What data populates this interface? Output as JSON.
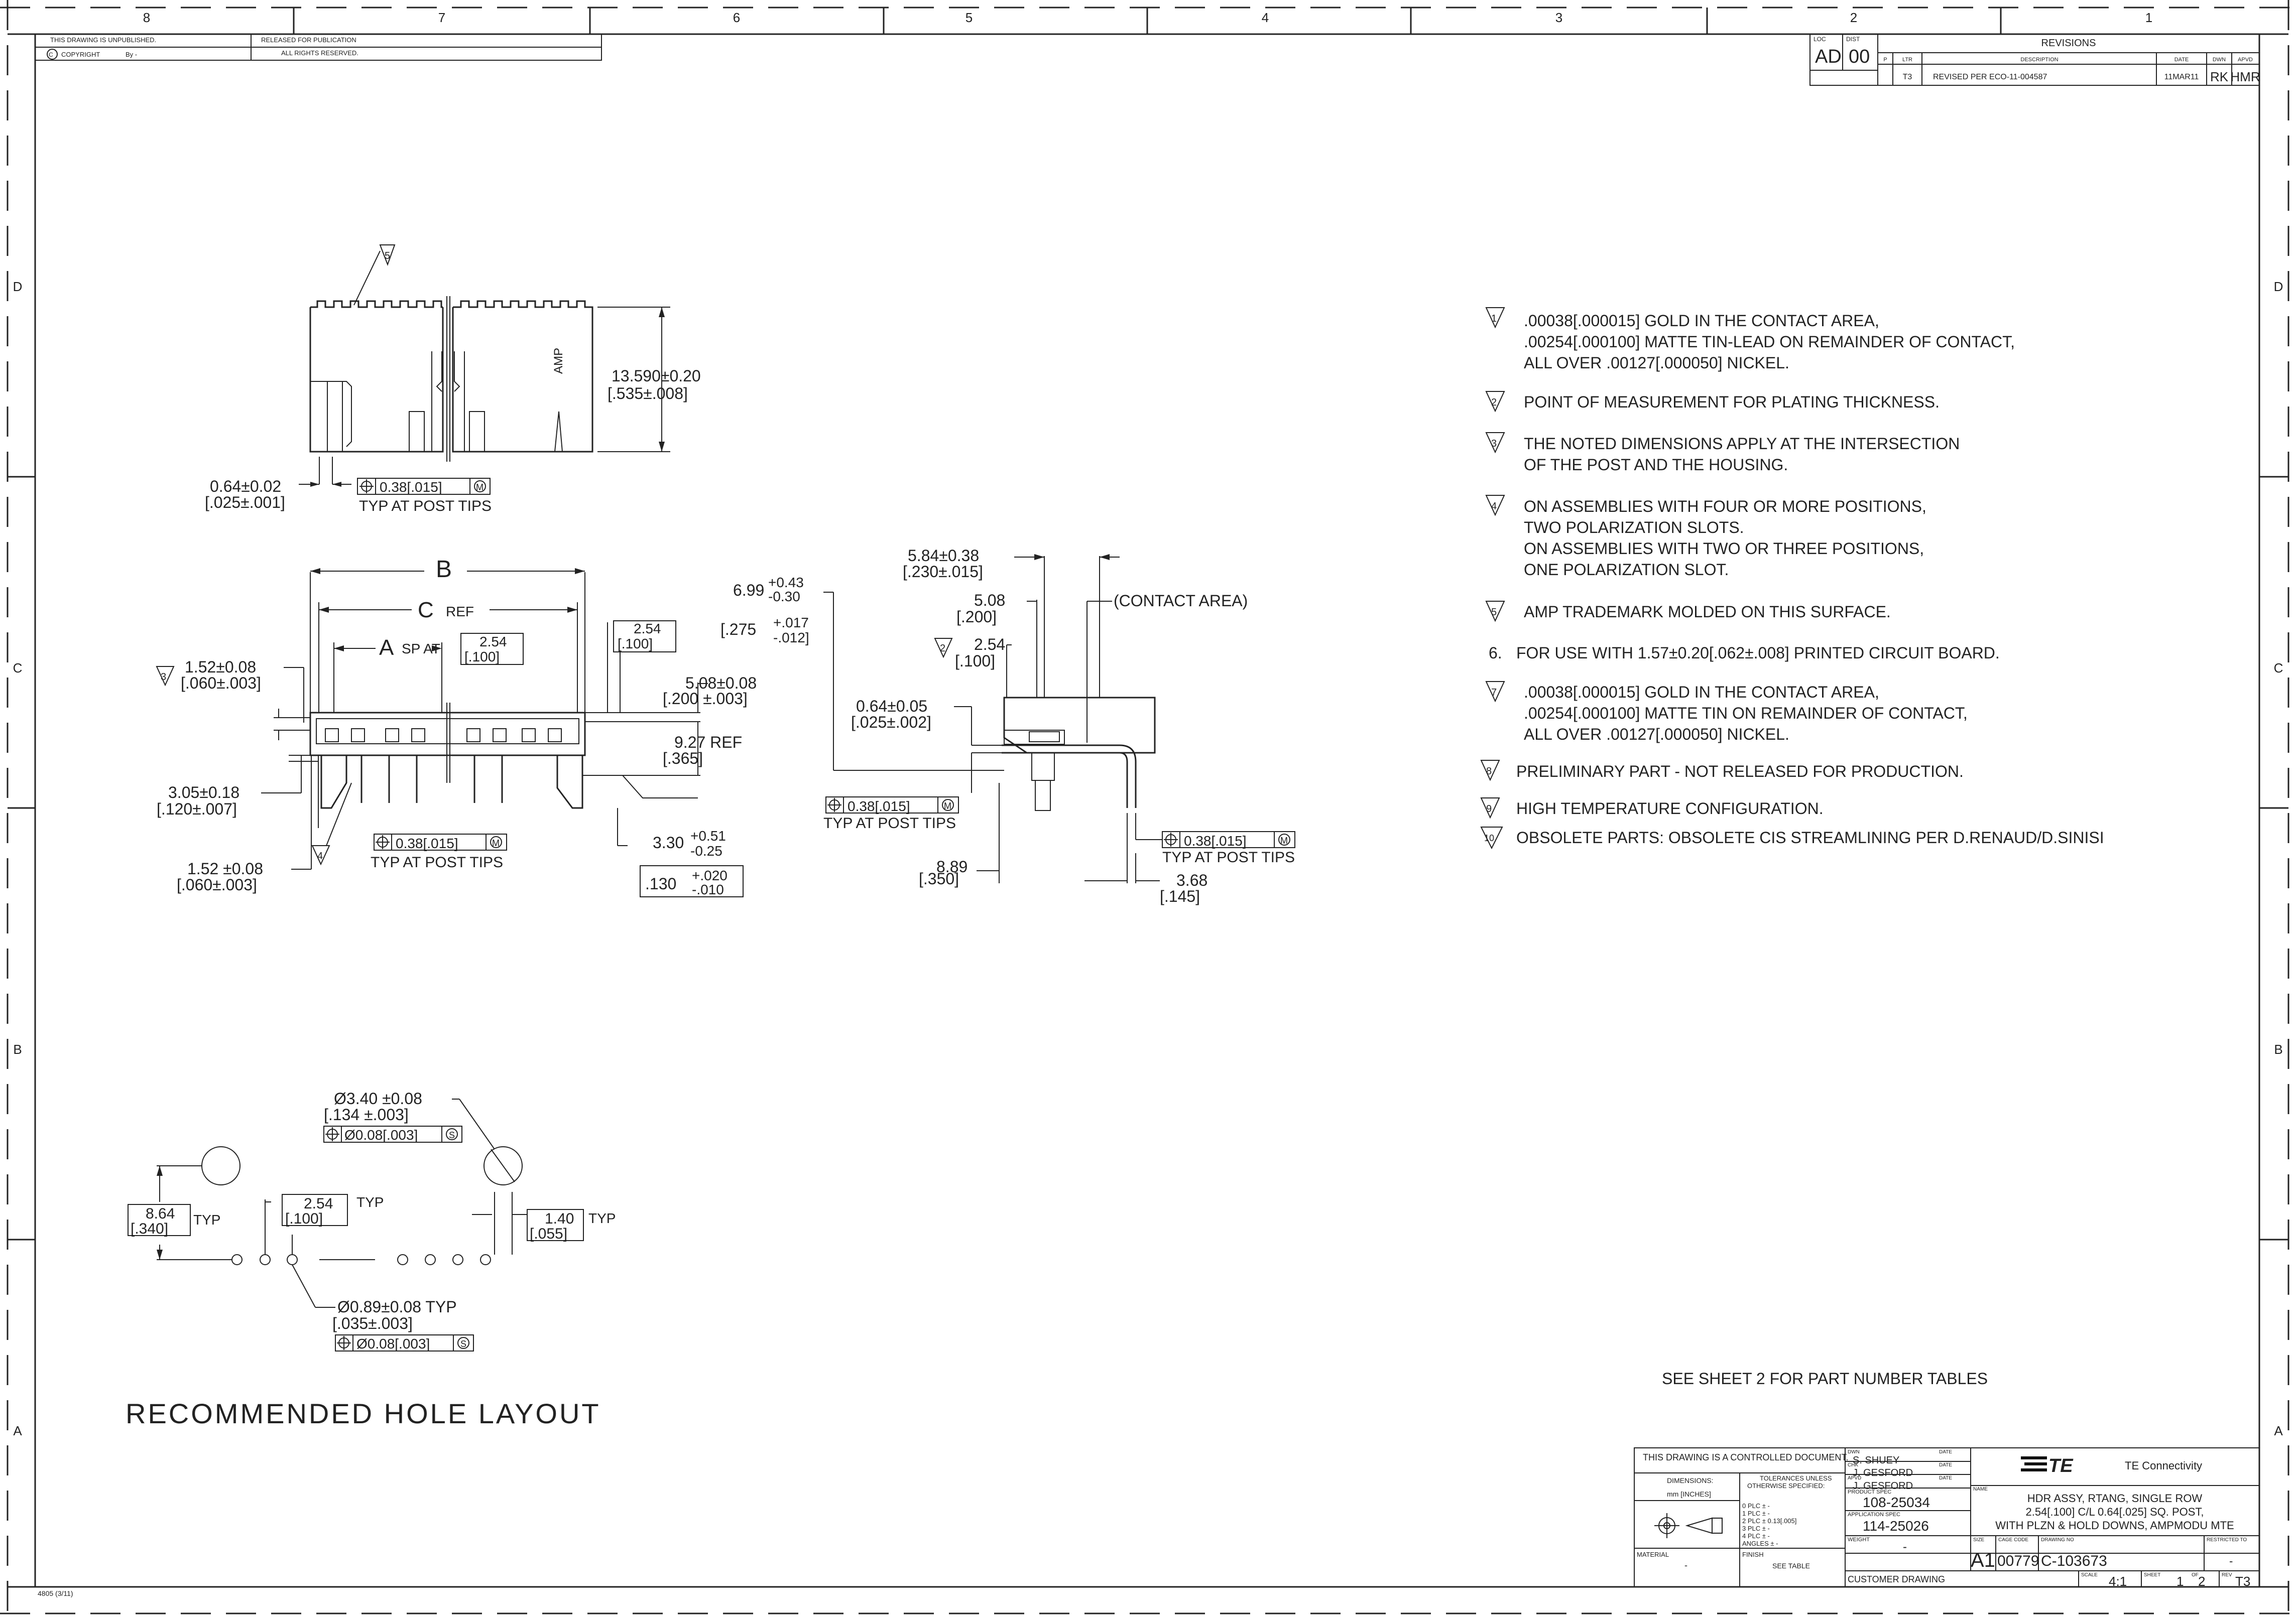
{
  "border": {
    "top_zones": [
      "8",
      "7",
      "6",
      "5",
      "4",
      "3",
      "2",
      "1"
    ],
    "side_zones": [
      "D",
      "C",
      "B",
      "A"
    ],
    "form_no": "4805 (3/11)"
  },
  "header": {
    "unpublished": "THIS DRAWING IS UNPUBLISHED.",
    "released": "RELEASED FOR PUBLICATION",
    "copyright": "COPYRIGHT",
    "copyright_by": "By -",
    "rights": "ALL RIGHTS RESERVED."
  },
  "revisions": {
    "loc_label": "LOC",
    "loc": "AD",
    "dist_label": "DIST",
    "dist": "00",
    "title": "REVISIONS",
    "columns": [
      "P",
      "LTR",
      "DESCRIPTION",
      "DATE",
      "DWN",
      "APVD"
    ],
    "rows": [
      {
        "ltr": "T3",
        "description": "REVISED PER ECO-11-004587",
        "date": "11MAR11",
        "dwn": "RK",
        "apvd": "HMR"
      }
    ]
  },
  "top_view": {
    "flag": "5",
    "amp": "AMP",
    "height": "13.590±0.20",
    "height_in": "[.535±.008]",
    "post": "0.64±0.02",
    "post_in": "[.025±.001]",
    "tol": "0.38[.015]",
    "tol_mod": "M",
    "tips": "TYP AT POST TIPS"
  },
  "front_view": {
    "b": "B",
    "c": "C",
    "ref": "REF",
    "a": "A",
    "sp_at": "SP AT",
    "pitch": "2.54",
    "pitch_in": "[.100]",
    "pitch2": "2.54",
    "pitch2_in": "[.100]",
    "flag3": "3",
    "d1": "1.52±0.08",
    "d1_in": "[.060±.003]",
    "d2": "5.08±0.08",
    "d2_in": "[.200  ±.003]",
    "d3": "9.27 REF",
    "d3_in": "[.365]",
    "d4": "3.05±0.18",
    "d4_in": "[.120±.007]",
    "d5": "1.52 ±0.08",
    "d5_in": "[.060±.003]",
    "flag4": "4",
    "tol": "0.38[.015]",
    "tol_mod": "M",
    "tips": "TYP AT POST TIPS",
    "d6": "3.30",
    "d6_plus": "+0.51",
    "d6_minus": "-0.25",
    "d6_in": ".130",
    "d6_in_plus": "+.020",
    "d6_in_minus": "-.010"
  },
  "side_view": {
    "d1": "5.84±0.38",
    "d1_in": "[.230±.015]",
    "d2": "6.99",
    "d2_plus": "+0.43",
    "d2_minus": "-0.30",
    "d2_in": "[.275",
    "d2_in_plus": "+.017",
    "d2_in_minus": "-.012]",
    "d3": "5.08",
    "d3_in": "[.200]",
    "contact": "(CONTACT AREA)",
    "flag2": "2",
    "d4": "2.54",
    "d4_in": "[.100]",
    "d5": "0.64±0.05",
    "d5_in": "[.025±.002]",
    "tol": "0.38[.015]",
    "tol_mod": "M",
    "tips": "TYP AT POST TIPS",
    "tol2": "0.38[.015]",
    "tol2_mod": "M",
    "tips2": "TYP AT POST TIPS",
    "d6": "8.89",
    "d6_in": "[.350]",
    "d7": "3.68",
    "d7_in": "[.145]"
  },
  "notes": [
    {
      "flag": "1",
      "lines": [
        ".00038[.000015] GOLD IN THE CONTACT AREA,",
        ".00254[.000100] MATTE TIN-LEAD ON REMAINDER OF CONTACT,",
        "ALL OVER .00127[.000050] NICKEL."
      ]
    },
    {
      "flag": "2",
      "lines": [
        "POINT OF MEASUREMENT FOR PLATING THICKNESS."
      ]
    },
    {
      "flag": "3",
      "lines": [
        "THE NOTED DIMENSIONS APPLY AT THE INTERSECTION",
        "OF THE POST AND THE HOUSING."
      ]
    },
    {
      "flag": "4",
      "lines": [
        "ON ASSEMBLIES WITH FOUR OR MORE POSITIONS,",
        "TWO POLARIZATION SLOTS.",
        "ON ASSEMBLIES WITH TWO OR THREE POSITIONS,",
        "ONE POLARIZATION SLOT."
      ]
    },
    {
      "flag": "5",
      "lines": [
        "AMP TRADEMARK MOLDED ON THIS SURFACE."
      ]
    },
    {
      "flag": "6.",
      "lines": [
        "FOR USE WITH 1.57±0.20[.062±.008] PRINTED CIRCUIT BOARD."
      ]
    },
    {
      "flag": "7",
      "lines": [
        ".00038[.000015] GOLD IN THE CONTACT AREA,",
        ".00254[.000100] MATTE TIN ON REMAINDER OF CONTACT,",
        "ALL OVER .00127[.000050] NICKEL."
      ]
    },
    {
      "flag": "8",
      "lines": [
        "PRELIMINARY PART - NOT RELEASED FOR PRODUCTION."
      ]
    },
    {
      "flag": "9",
      "lines": [
        "HIGH TEMPERATURE CONFIGURATION."
      ]
    },
    {
      "flag": "10",
      "lines": [
        "OBSOLETE PARTS: OBSOLETE CIS STREAMLINING PER D.RENAUD/D.SINISI"
      ]
    }
  ],
  "hole_layout": {
    "hole_dia": "Ø3.40  ±0.08",
    "hole_dia_in": "[.134  ±.003]",
    "hole_tol": "Ø0.08[.003]",
    "hole_tol_mod": "S",
    "d1": "8.64",
    "d1_in": "[.340]",
    "d1_typ": "TYP",
    "d2": "2.54",
    "d2_in": "[.100]",
    "d2_typ": "TYP",
    "d3": "1.40",
    "d3_in": "[.055]",
    "d3_typ": "TYP",
    "pin_dia": "Ø0.89±0.08  TYP",
    "pin_dia_in": "[.035±.003]",
    "pin_tol": "Ø0.08[.003]",
    "pin_tol_mod": "S",
    "caption": "RECOMMENDED HOLE LAYOUT"
  },
  "see_sheet": "SEE SHEET 2 FOR PART NUMBER TABLES",
  "title_block": {
    "controlled": "THIS DRAWING IS A CONTROLLED DOCUMENT.",
    "dimensions": "DIMENSIONS:",
    "units": "mm [INCHES]",
    "tolerances": "TOLERANCES UNLESS",
    "otherwise": "OTHERWISE SPECIFIED:",
    "plc": [
      "0 PLC   ± -",
      "1 PLC   ± -",
      "2 PLC   ± 0.13[.005]",
      "3 PLC   ± -",
      "4 PLC   ± -",
      "ANGLES    ± -"
    ],
    "material_label": "MATERIAL",
    "material": "-",
    "finish_label": "FINISH",
    "finish": "SEE TABLE",
    "dwn_label": "DWN",
    "dwn": "S. SHUEY",
    "chk_label": "CHK",
    "chk": "J. GESFORD",
    "apvd_label": "APVD",
    "apvd": "J. GESFORD",
    "date_label": "DATE",
    "product_spec_label": "PRODUCT SPEC",
    "product_spec": "108-25034",
    "application_spec_label": "APPLICATION SPEC",
    "application_spec": "114-25026",
    "weight_label": "WEIGHT",
    "weight": "-",
    "logo": "TE",
    "company": "TE Connectivity",
    "name_label": "NAME",
    "name": [
      "HDR ASSY, RTANG, SINGLE ROW",
      "2.54[.100] C/L 0.64[.025] SQ. POST,",
      "WITH PLZN & HOLD DOWNS, AMPMODU MTE"
    ],
    "size_label": "SIZE",
    "size": "A1",
    "cage_label": "CAGE CODE",
    "cage": "00779",
    "drawing_no_label": "DRAWING NO",
    "drawing_no": "C-103673",
    "restricted_label": "RESTRICTED TO",
    "restricted": "-",
    "customer_drawing": "CUSTOMER DRAWING",
    "scale_label": "SCALE",
    "scale": "4:1",
    "sheet_label": "SHEET",
    "sheet": "1",
    "of_label": "OF",
    "of": "2",
    "rev_label": "REV",
    "rev": "T3"
  }
}
